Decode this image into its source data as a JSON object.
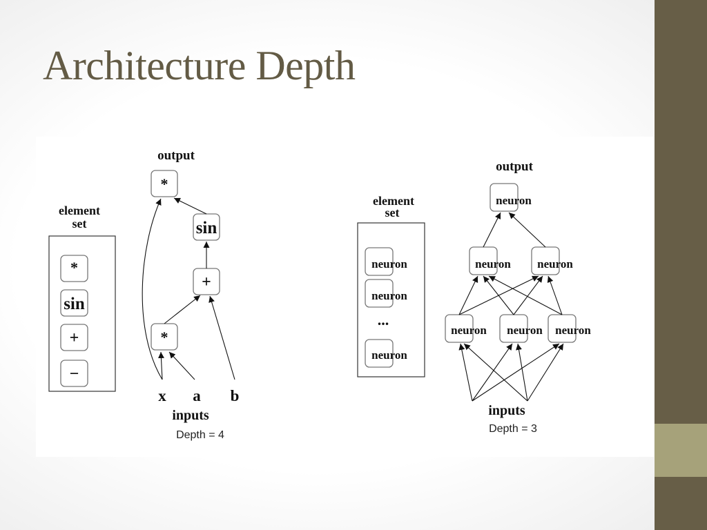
{
  "slide": {
    "title": "Architecture Depth",
    "colors": {
      "title": "#635b45",
      "sidebar": "#675e47",
      "sidebar_accent": "#a6a27a"
    }
  },
  "left_diagram": {
    "output_label": "output",
    "element_set_label_line1": "element",
    "element_set_label_line2": "set",
    "element_set": [
      "*",
      "sin",
      "+",
      "−"
    ],
    "nodes": {
      "out_mult": "*",
      "sin": "sin",
      "plus": "+",
      "mult": "*"
    },
    "inputs": [
      "x",
      "a",
      "b"
    ],
    "inputs_label": "inputs",
    "depth_caption": "Depth = 4"
  },
  "right_diagram": {
    "output_label": "output",
    "element_set_label_line1": "element",
    "element_set_label_line2": "set",
    "element_set": [
      "neuron",
      "neuron",
      "...",
      "neuron"
    ],
    "neuron_label": "neuron",
    "inputs_label": "inputs",
    "depth_caption": "Depth = 3"
  }
}
